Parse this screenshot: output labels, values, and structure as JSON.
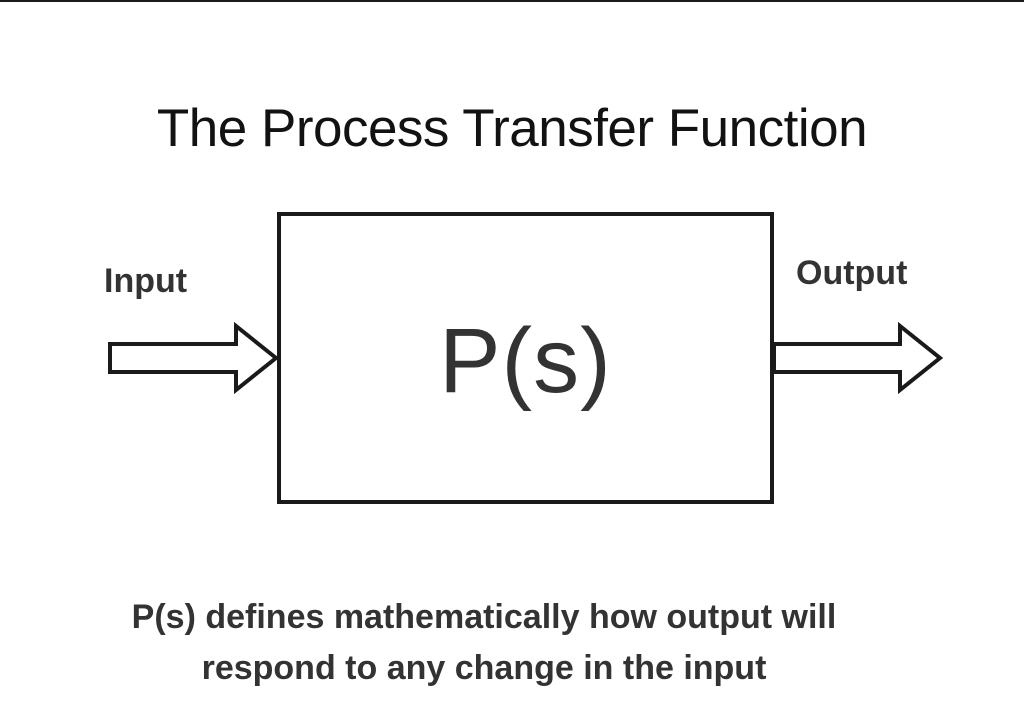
{
  "slide": {
    "title": "The Process Transfer Function",
    "diagram": {
      "box_label": "P(s)",
      "input_label": "Input",
      "output_label": "Output",
      "input_arrow": "right-block-arrow",
      "output_arrow": "right-block-arrow"
    },
    "caption": {
      "line1": "P(s) defines mathematically how output will",
      "line2": "respond to any change in the input"
    },
    "colors": {
      "background": "#ffffff",
      "title_text": "#121212",
      "diagram_text": "#333333",
      "box_border": "#1a1a1a"
    }
  }
}
